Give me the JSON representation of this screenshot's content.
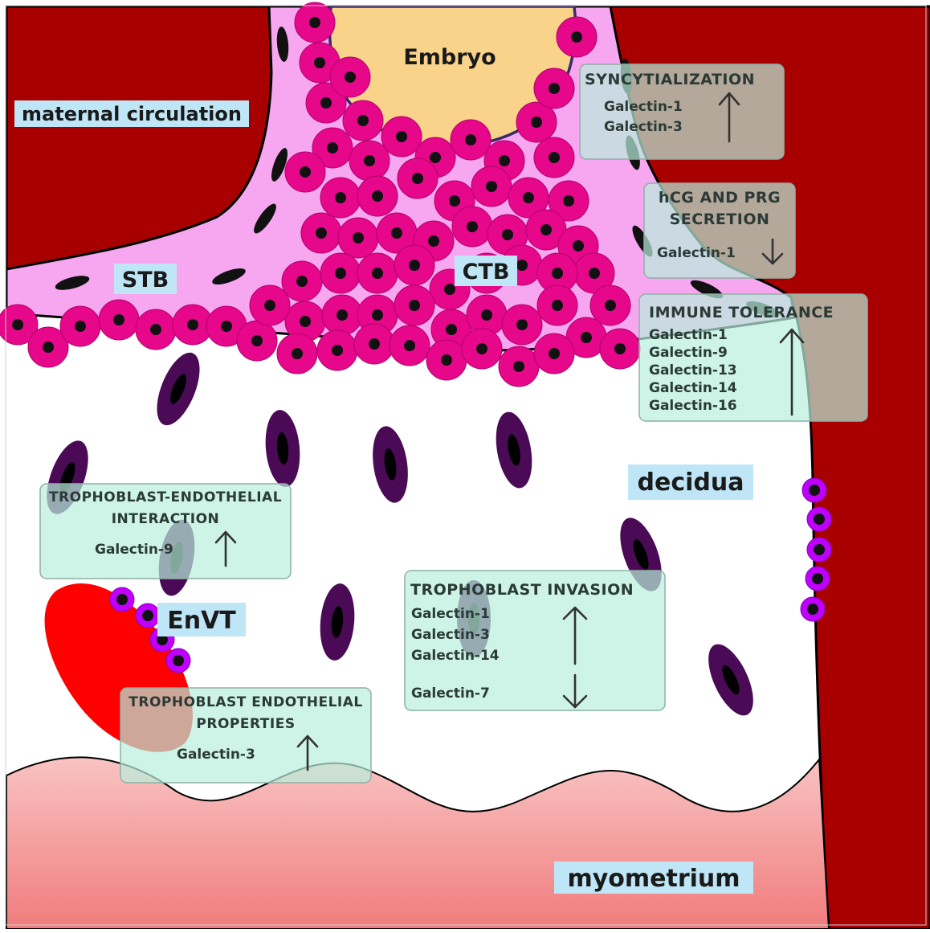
{
  "regions": {
    "maternal_circulation": "maternal circulation",
    "embryo": "Embryo",
    "stb": "STB",
    "ctb": "CTB",
    "decidua": "decidua",
    "envt": "EnVT",
    "myometrium": "myometrium"
  },
  "processes": {
    "syncytialization": {
      "title": "SYNCYTIALIZATION",
      "items": [
        "Galectin-1",
        "Galectin-3"
      ],
      "effect": "up"
    },
    "hormone_secretion": {
      "title_line1": "hCG AND PRG",
      "title_line2": "SECRETION",
      "items": [
        "Galectin-1"
      ],
      "effect": "down"
    },
    "immune_tolerance": {
      "title": "IMMUNE TOLERANCE",
      "items": [
        "Galectin-1",
        "Galectin-9",
        "Galectin-13",
        "Galectin-14",
        "Galectin-16"
      ],
      "effect": "up"
    },
    "trophoblast_endothelial_interaction": {
      "title_line1": "TROPHOBLAST-ENDOTHELIAL",
      "title_line2": "INTERACTION",
      "items": [
        "Galectin-9"
      ],
      "effect": "up"
    },
    "trophoblast_invasion": {
      "title": "TROPHOBLAST INVASION",
      "items_up": [
        "Galectin-1",
        "Galectin-3",
        "Galectin-14"
      ],
      "items_down": [
        "Galectin-7"
      ]
    },
    "trophoblast_endothelial_properties": {
      "title_line1": "TROPHOBLAST ENDOTHELIAL",
      "title_line2": "PROPERTIES",
      "items": [
        "Galectin-3"
      ],
      "effect": "up"
    }
  },
  "colors": {
    "maternal_blood": "#a80000",
    "stb": "#f7a6f0",
    "ctb_cell": "#e6078a",
    "decidual_cell": "#4a0a55",
    "vessel_blood": "#ff0000",
    "envt_cell": "#bf00ff",
    "myometrium": "#f48a8a",
    "embryo": "#f9d38a",
    "label_bg": "#bfe6f7",
    "process_box": "#b8f0dc"
  }
}
